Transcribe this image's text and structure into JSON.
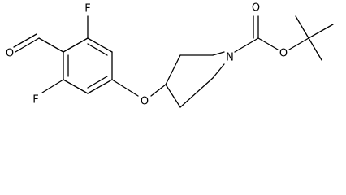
{
  "atoms": {
    "aldehyde_oxygen": "O",
    "fluorine_top": "F",
    "fluorine_bottom": "F",
    "ether_oxygen": "O",
    "piperidine_nitrogen": "N",
    "carbonyl_oxygen": "O",
    "ester_oxygen": "O"
  },
  "colors": {
    "bond": "#000000",
    "label": "#000000",
    "background": "#ffffff"
  }
}
